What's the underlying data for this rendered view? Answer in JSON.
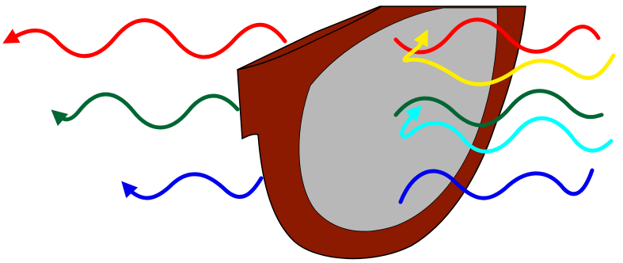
{
  "colors": {
    "red": "#ff0000",
    "green": "#006633",
    "blue": "#0000ee",
    "yellow": "#ffee00",
    "cyan": "#00ffff",
    "frame": "#8b1a00",
    "lens": "#b8b8b8",
    "outline": "#000000"
  },
  "waves": [
    {
      "name": "red-wave-left",
      "color": "red",
      "direction": "outgoing"
    },
    {
      "name": "green-wave-left",
      "color": "green",
      "direction": "outgoing"
    },
    {
      "name": "blue-wave-left",
      "color": "blue",
      "direction": "outgoing"
    },
    {
      "name": "red-wave-right",
      "color": "red",
      "direction": "incoming"
    },
    {
      "name": "yellow-wave-right",
      "color": "yellow",
      "direction": "reflected"
    },
    {
      "name": "green-wave-right",
      "color": "green",
      "direction": "incoming"
    },
    {
      "name": "cyan-wave-right",
      "color": "cyan",
      "direction": "reflected"
    },
    {
      "name": "blue-wave-right",
      "color": "blue",
      "direction": "incoming"
    }
  ],
  "icons": {
    "glasses": "sunglasses-lens-icon"
  }
}
